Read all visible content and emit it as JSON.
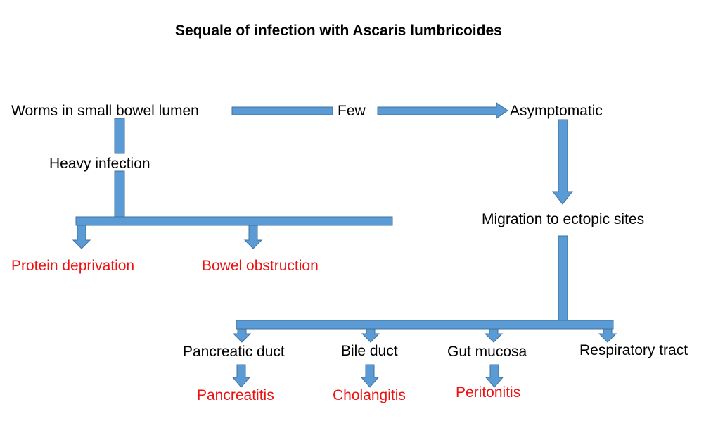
{
  "title": "Sequale of infection with Ascaris lumbricoides",
  "colors": {
    "arrow_fill": "#5b9bd5",
    "arrow_stroke": "#41719c",
    "outcome_text": "#ee1111",
    "node_text": "#000000"
  },
  "nodes": {
    "worms": "Worms in small bowel lumen",
    "few": "Few",
    "asymptomatic": "Asymptomatic",
    "heavy": "Heavy infection",
    "migration": "Migration to ectopic sites",
    "pancreatic_duct": "Pancreatic duct",
    "bile_duct": "Bile duct",
    "gut_mucosa": "Gut mucosa",
    "respiratory_tract": "Respiratory tract"
  },
  "outcomes": {
    "protein": "Protein deprivation",
    "bowel": "Bowel obstruction",
    "pancreatitis": "Pancreatitis",
    "cholangitis": "Cholangitis",
    "peritonitis": "Peritonitis"
  }
}
